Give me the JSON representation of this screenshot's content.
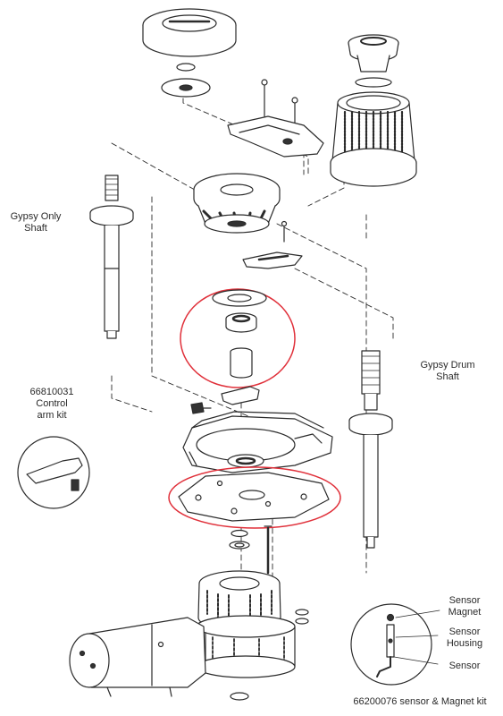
{
  "labels": {
    "gypsy_only_shaft": "Gypsy Only\nShaft",
    "gypsy_drum_shaft": "Gypsy Drum\nShaft",
    "control_arm_kit": "66810031\nControl\narm kit",
    "sensor_magnet": "Sensor\nMagnet",
    "sensor_housing": "Sensor\nHousing",
    "sensor": "Sensor",
    "sensor_magnet_kit": "66200076 sensor & Magnet kit"
  },
  "colors": {
    "line": "#2b2b2b",
    "highlight": "#e0303a"
  }
}
